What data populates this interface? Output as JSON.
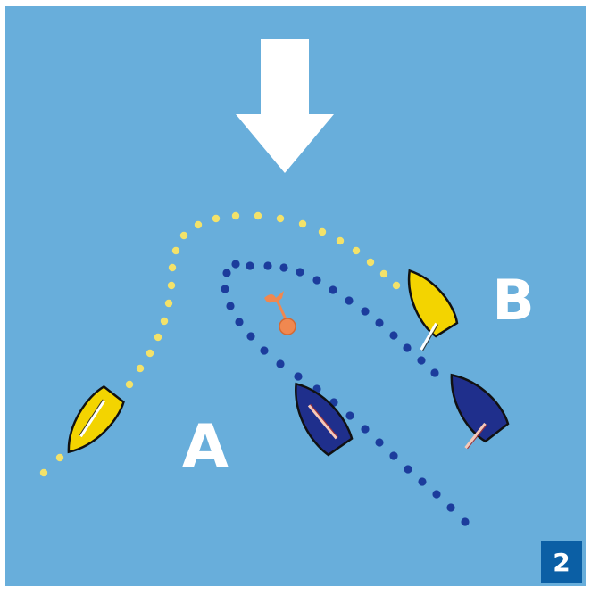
{
  "diagram": {
    "labels": {
      "boat_a": "A",
      "boat_b": "B"
    },
    "figure_number": "2",
    "colors": {
      "water": "#68aedb",
      "frame": "#ffffff",
      "wind_arrow": "#ffffff",
      "yellow_boat": "#f3d400",
      "blue_boat": "#1f2f8c",
      "yellow_track": "#f3e26a",
      "blue_track": "#1c3c9c",
      "mark": "#f08850",
      "badge": "#0b5fa5"
    },
    "icons": {
      "wind": "wind-arrow-icon",
      "mark": "mark-buoy-icon",
      "boat": "sailboat-icon"
    }
  }
}
